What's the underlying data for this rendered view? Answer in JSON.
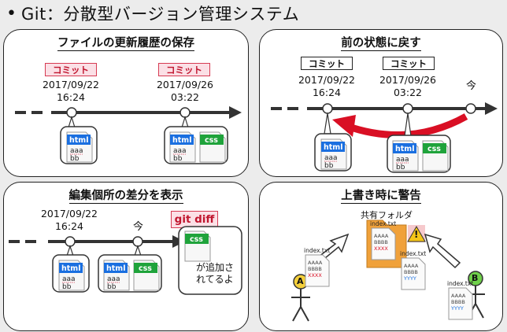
{
  "header": {
    "bullet": "•",
    "title": "Git：分散型バージョン管理システム"
  },
  "panel1": {
    "title": "ファイルの更新履歴の保存",
    "commit1": {
      "label": "コミット",
      "date": "2017/09/22",
      "time": "16:24"
    },
    "commit2": {
      "label": "コミット",
      "date": "2017/09/26",
      "time": "03:22"
    }
  },
  "panel2": {
    "title": "前の状態に戻す",
    "commit1": {
      "label": "コミット",
      "date": "2017/09/22",
      "time": "16:24"
    },
    "commit2": {
      "label": "コミット",
      "date": "2017/09/26",
      "time": "03:22"
    },
    "now_label": "今"
  },
  "panel3": {
    "title": "編集個所の差分を表示",
    "commit1": {
      "date": "2017/09/22",
      "time": "16:24"
    },
    "now_label": "今",
    "diff_label": "git diff",
    "added_note": "が追加さ\nれてるよ"
  },
  "panel4": {
    "title": "上書き時に警告",
    "shared_folder": "共有フォルダ",
    "file_name": "index.txt",
    "user_a": "A",
    "user_b": "B",
    "warning_symbol": "!"
  },
  "file_tags": {
    "html": "html",
    "css": "css"
  },
  "file_lines": {
    "line1": "aaa",
    "line2": "bb"
  },
  "text_lines": {
    "a4": "AAAA",
    "b4": "BBBB",
    "x4": "XXXX",
    "y4": "YYYY"
  },
  "colors": {
    "accent_red": "#d63b53",
    "html_blue": "#1a6fe0",
    "css_green": "#1fa33b",
    "arrow_red": "#d90f24",
    "folder_orange": "#f0a13a",
    "user_yellow": "#f4cf3a",
    "user_green": "#6fd04a",
    "warning_yellow": "#f5c518"
  }
}
